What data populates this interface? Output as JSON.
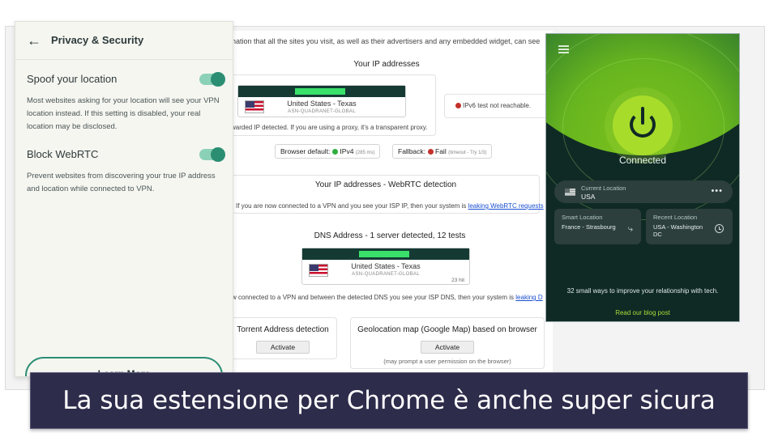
{
  "leak_page": {
    "intro_text": "nation that all the sites you visit, as well as their advertisers and any embedded widget, can see",
    "ip_section": {
      "title": "Your IP addresses",
      "ipv4_location": "United States - Texas",
      "ipv4_asn": "ASN-QUADRANET-GLOBAL",
      "ipv6_status": "IPv6 test not reachable.",
      "forward_note": "warded IP detected. If you are using a proxy, it's a transparent proxy.",
      "browser_default_label": "Browser default:",
      "browser_default_value": "IPv4",
      "browser_default_ms": "(285 ms)",
      "fallback_label": "Fallback:",
      "fallback_value": "Fail",
      "fallback_note": "(timeout - Try 1/3)"
    },
    "webrtc_section": {
      "title": "Your IP addresses - WebRTC detection",
      "note": "If you are now connected to a VPN and you see your ISP IP, then your system is",
      "link": "leaking WebRTC requests"
    },
    "dns_section": {
      "title": "DNS Address - 1 server detected, 12 tests",
      "location": "United States - Texas",
      "asn": "ASN-QUADRANET-GLOBAL",
      "hits": "23 hit",
      "note": "w connected to a VPN and between the detected DNS you see your ISP DNS, then your system is",
      "link": "leaking D"
    },
    "torrent_section": {
      "title": "Torrent Address detection",
      "button": "Activate"
    },
    "geo_section": {
      "title": "Geolocation map (Google Map) based on browser",
      "button": "Activate",
      "note": "(may prompt a user permission on the browser)"
    }
  },
  "extension": {
    "title": "Privacy & Security",
    "options": [
      {
        "label": "Spoof your location",
        "description": "Most websites asking for your location will see your VPN location instead. If this setting is disabled, your real location may be disclosed.",
        "enabled": true
      },
      {
        "label": "Block WebRTC",
        "description": "Prevent websites from discovering your true IP address and location while connected to VPN.",
        "enabled": true
      }
    ],
    "learn_more_button": "Learn More"
  },
  "vpn_app": {
    "status": "Connected",
    "current_location_caption": "Current Location",
    "current_location_value": "USA",
    "smart_location_caption": "Smart Location",
    "smart_location_value": "France - Strasbourg",
    "recent_location_caption": "Recent Location",
    "recent_location_value": "USA - Washington DC",
    "tip_text": "32 small ways to improve your relationship with tech.",
    "blog_link": "Read our blog post",
    "accent_color": "#a8dc2b"
  },
  "caption": "La sua estensione per Chrome è anche super sicura"
}
